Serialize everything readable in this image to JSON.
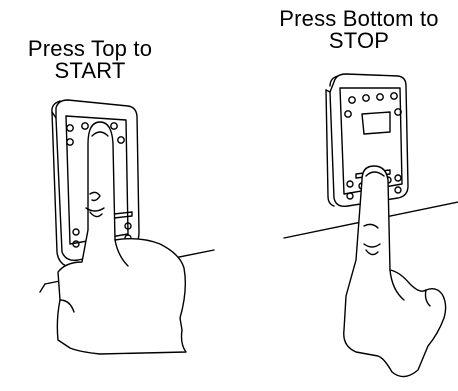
{
  "left_panel": {
    "caption_line1": "Press Top to",
    "caption_line2": "START"
  },
  "right_panel": {
    "caption_line1": "Press Bottom to",
    "caption_line2": "STOP"
  },
  "colors": {
    "ink": "#000000",
    "background": "#ffffff"
  }
}
